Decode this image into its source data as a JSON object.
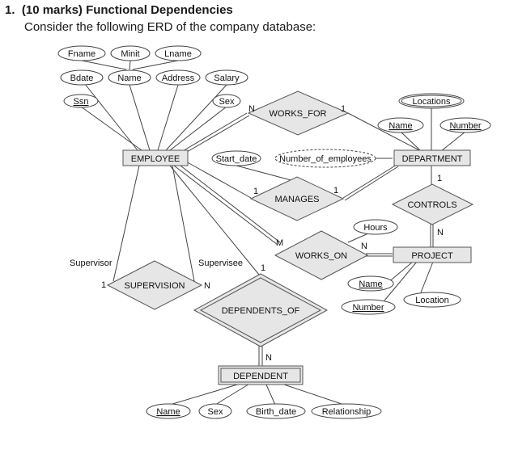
{
  "question": {
    "number": "1.",
    "title": "(10 marks) Functional Dependencies",
    "subtitle": "Consider the following ERD of the company database:"
  },
  "entities": {
    "employee": "EMPLOYEE",
    "department": "DEPARTMENT",
    "project": "PROJECT",
    "dependent": "DEPENDENT"
  },
  "relationships": {
    "works_for": "WORKS_FOR",
    "manages": "MANAGES",
    "works_on": "WORKS_ON",
    "controls": "CONTROLS",
    "supervision": "SUPERVISION",
    "dependents_of": "DEPENDENTS_OF"
  },
  "attributes": {
    "fname": "Fname",
    "minit": "Minit",
    "lname": "Lname",
    "bdate": "Bdate",
    "name": "Name",
    "address": "Address",
    "salary": "Salary",
    "ssn": "Ssn",
    "sex": "Sex",
    "start_date": "Start_date",
    "number_of_employees": "Number_of_employees",
    "locations": "Locations",
    "dept_name": "Name",
    "dept_number": "Number",
    "hours": "Hours",
    "proj_name": "Name",
    "proj_number": "Number",
    "location": "Location",
    "dep_name": "Name",
    "dep_sex": "Sex",
    "birth_date": "Birth_date",
    "relationship": "Relationship"
  },
  "roles": {
    "supervisor": "Supervisor",
    "supervisee": "Supervisee"
  },
  "cardinalities": {
    "works_for_emp": "N",
    "works_for_dept": "1",
    "manages_emp": "1",
    "manages_dept": "1",
    "controls_dept": "1",
    "controls_proj": "N",
    "works_on_emp": "M",
    "works_on_proj": "N",
    "supervision_supervisor": "1",
    "supervision_supervisee": "N",
    "dependents_of_emp": "1",
    "dependents_of_dep": "N"
  }
}
